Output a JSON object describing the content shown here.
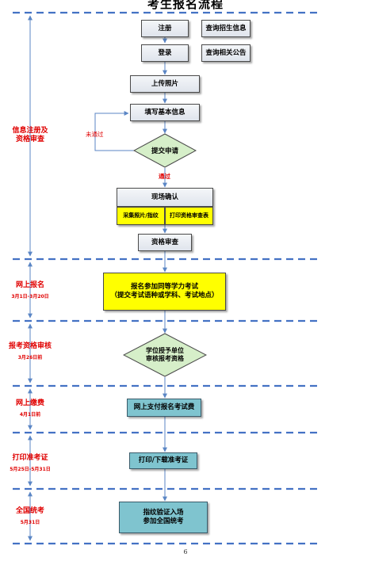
{
  "title": "考生报名流程",
  "boxes": {
    "register": "注册",
    "query_admission": "查询招生信息",
    "login": "登录",
    "query_notice": "查询相关公告",
    "upload_photo": "上传照片",
    "fill_info": "填写基本信息",
    "submit": "提交申请",
    "onsite_confirm": "现场确认",
    "collect_photo": "采集照片/指纹",
    "print_form": "打印资格审查表",
    "qualification_review": "资格审查",
    "register_exam_line1": "报名参加同等学力考试",
    "register_exam_line2": "（提交考试语种或学科、考试地点）",
    "univ_review_line1": "学位授予单位",
    "univ_review_line2": "审核报考资格",
    "pay_online": "网上支付报名考试费",
    "print_ticket": "打印/下载准考证",
    "verify_line1": "指纹验证入场",
    "verify_line2": "参加全国统考"
  },
  "labels": {
    "not_passed": "未通过",
    "passed": "通过"
  },
  "stages": [
    {
      "name_line1": "信息注册及",
      "name_line2": "资格审查",
      "date": ""
    },
    {
      "name_line1": "网上报名",
      "name_line2": "",
      "date": "3月1日-3月20日"
    },
    {
      "name_line1": "报考资格审核",
      "name_line2": "",
      "date": "3月26日前"
    },
    {
      "name_line1": "网上缴费",
      "name_line2": "",
      "date": "4月1日前"
    },
    {
      "name_line1": "打印准考证",
      "name_line2": "",
      "date": "5月25日-5月31日"
    },
    {
      "name_line1": "全国统考",
      "name_line2": "",
      "date": "5月31日"
    }
  ],
  "page_number": "6",
  "colors": {
    "dash": "#4472c4",
    "stage_text": "#e00000",
    "highlight": "#ffff00",
    "final": "#7fc4cf"
  }
}
